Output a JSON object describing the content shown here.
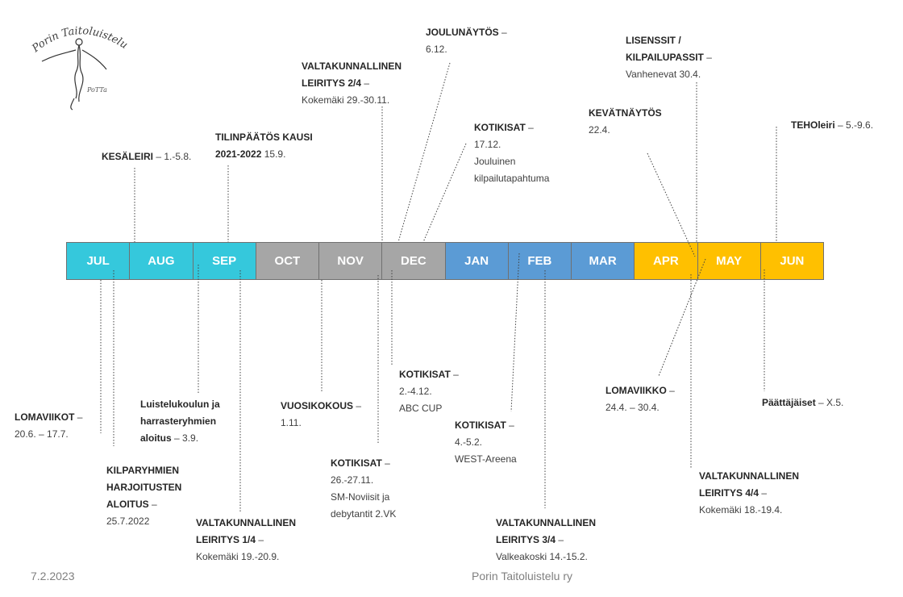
{
  "org_logo": {
    "text": "Porin Taitoluistelu ry",
    "sub": "PoTTa"
  },
  "colors": {
    "summer": "#35c8dc",
    "autumn": "#a6a6a6",
    "winter": "#5b9bd5",
    "spring": "#ffc000"
  },
  "months": [
    {
      "label": "JUL",
      "color": "#35c8dc"
    },
    {
      "label": "AUG",
      "color": "#35c8dc"
    },
    {
      "label": "SEP",
      "color": "#35c8dc"
    },
    {
      "label": "OCT",
      "color": "#a6a6a6"
    },
    {
      "label": "NOV",
      "color": "#a6a6a6"
    },
    {
      "label": "DEC",
      "color": "#a6a6a6"
    },
    {
      "label": "JAN",
      "color": "#5b9bd5"
    },
    {
      "label": "FEB",
      "color": "#5b9bd5"
    },
    {
      "label": "MAR",
      "color": "#5b9bd5"
    },
    {
      "label": "APR",
      "color": "#ffc000"
    },
    {
      "label": "MAY",
      "color": "#ffc000"
    },
    {
      "label": "JUN",
      "color": "#ffc000"
    }
  ],
  "events_above": {
    "kesaleiri": {
      "title": "KESÄLEIRI",
      "detail": " – 1.-5.8."
    },
    "tilinpaatos": {
      "title1": "TILINPÄÄTÖS KAUSI",
      "title2": "2021-2022",
      "detail": " 15.9."
    },
    "leiritys2": {
      "title1": "VALTAKUNNALLINEN",
      "title2": "LEIRITYS 2/4",
      "dash": " –",
      "detail": "Kokemäki 29.-30.11."
    },
    "joulunaytos": {
      "title": "JOULUNÄYTÖS",
      "dash": " –",
      "detail": "6.12."
    },
    "kotikisat_dec": {
      "title": "KOTIKISAT",
      "dash": " –",
      "line1": "17.12.",
      "line2": "Jouluinen",
      "line3": "kilpailutapahtuma"
    },
    "lisenssit": {
      "title1": "LISENSSIT /",
      "title2": "KILPAILUPASSIT",
      "dash": " –",
      "detail": "Vanhenevat 30.4."
    },
    "kevatnaytos": {
      "title": "KEVÄTNÄYTÖS",
      "detail": "22.4."
    },
    "teholeiri": {
      "title": "TEHOleiri",
      "detail": " – 5.-9.6."
    }
  },
  "events_below": {
    "lomaviikot": {
      "title": "LOMAVIIKOT",
      "dash": " –",
      "detail": "20.6. – 17.7."
    },
    "kilparyhmien": {
      "title1": "KILPARYHMIEN",
      "title2": "HARJOITUSTEN",
      "title3": "ALOITUS",
      "dash": " –",
      "detail": "25.7.2022"
    },
    "luistelukoulu": {
      "title1": "Luistelukoulun ja",
      "title2": "harrasteryhmien",
      "title3": "aloitus",
      "detail": " – 3.9."
    },
    "leiritys1": {
      "title1": "VALTAKUNNALLINEN",
      "title2": "LEIRITYS 1/4",
      "dash": " –",
      "detail": "Kokemäki 19.-20.9."
    },
    "vuosikokous": {
      "title": "VUOSIKOKOUS",
      "dash": " –",
      "detail": "1.11."
    },
    "kotikisat_nov": {
      "title": "KOTIKISAT",
      "dash": " –",
      "line1": "26.-27.11.",
      "line2": "SM-Noviisit ja",
      "line3": "debytantit 2.VK"
    },
    "kotikisat_abc": {
      "title": "KOTIKISAT",
      "dash": " –",
      "line1": "2.-4.12.",
      "line2": "ABC CUP"
    },
    "kotikisat_feb": {
      "title": "KOTIKISAT",
      "dash": " –",
      "line1": "4.-5.2.",
      "line2": "WEST-Areena"
    },
    "leiritys3": {
      "title1": "VALTAKUNNALLINEN",
      "title2": "LEIRITYS 3/4",
      "dash": " –",
      "detail": "Valkeakoski 14.-15.2."
    },
    "lomaviikko": {
      "title": "LOMAVIIKKO",
      "dash": " –",
      "detail": "24.4. – 30.4."
    },
    "paattajaiset": {
      "title": "Päättäjäiset",
      "detail": " – X.5."
    },
    "leiritys4": {
      "title1": "VALTAKUNNALLINEN",
      "title2": "LEIRITYS 4/4",
      "dash": " –",
      "detail": "Kokemäki 18.-19.4."
    }
  },
  "footer": {
    "date": "7.2.2023",
    "org": "Porin Taitoluistelu ry"
  }
}
